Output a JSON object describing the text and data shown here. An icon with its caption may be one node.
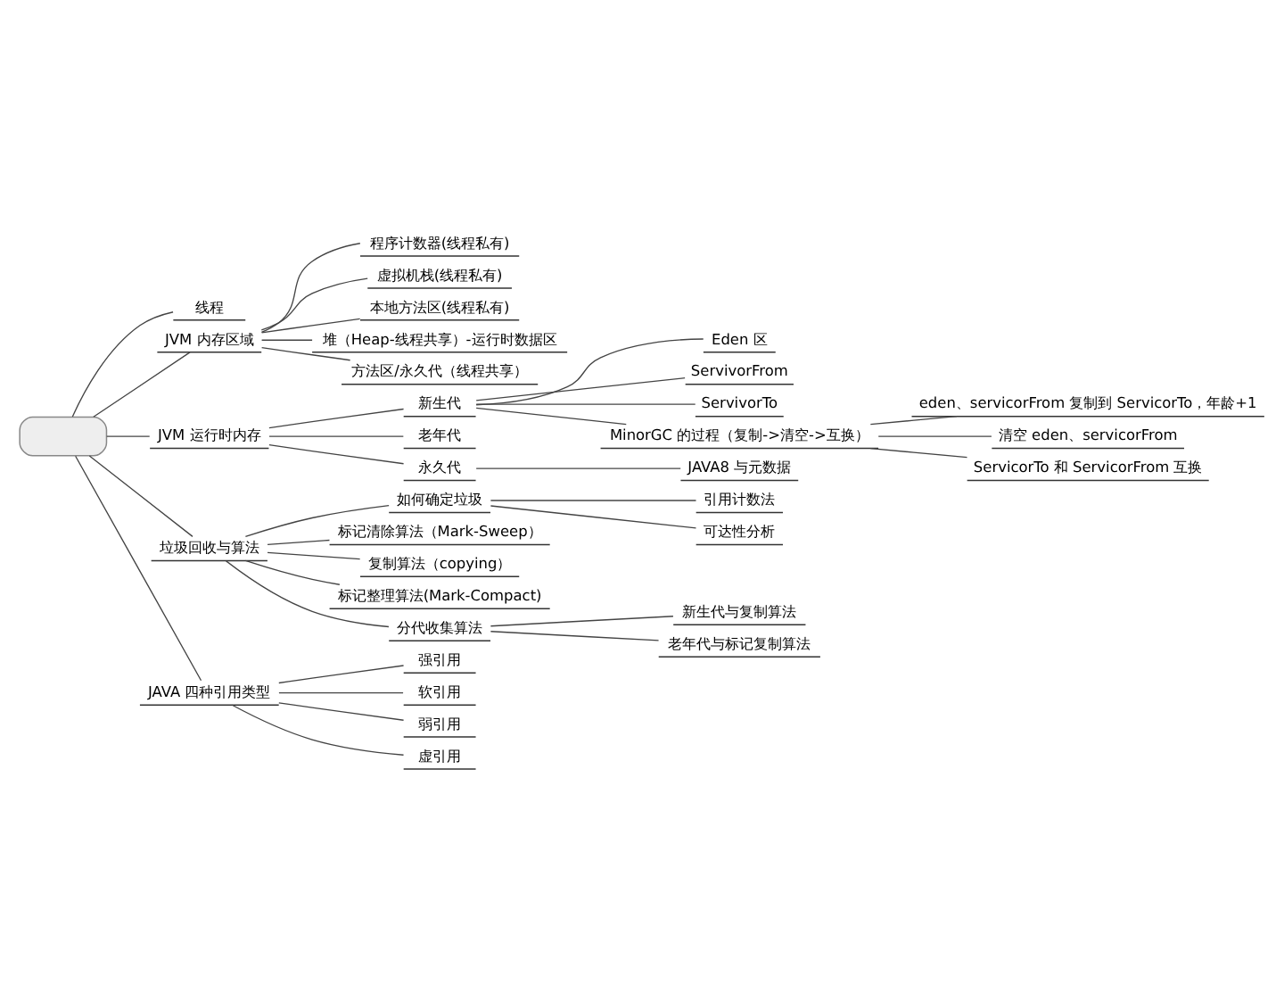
{
  "diagram": {
    "nodes": [
      {
        "text": [],
        "shape": "box"
      },
      {
        "text": [
          "线程"
        ]
      },
      {
        "text": [
          "JVM 内存区域"
        ]
      },
      {
        "text": [
          "程序计数器(线程私有)"
        ]
      },
      {
        "text": [
          "虚拟机栈(线程私有)"
        ]
      },
      {
        "text": [
          "本地方法区(线程私有)"
        ]
      },
      {
        "text": [
          "堆（Heap-线程共享）-运行时数据区"
        ]
      },
      {
        "text": [
          "方法区/永久代（线程共享）"
        ]
      },
      {
        "text": [
          "JVM 运行时内存"
        ]
      },
      {
        "text": [
          "新生代"
        ]
      },
      {
        "text": [
          "Eden 区"
        ]
      },
      {
        "text": [
          "ServivorFrom"
        ]
      },
      {
        "text": [
          "ServivorTo"
        ]
      },
      {
        "text": [
          "MinorGC 的过程（复制->清空->互换）"
        ]
      },
      {
        "text": [
          "eden、servicorFrom 复制到 ServicorTo，年龄+1"
        ]
      },
      {
        "text": [
          "清空 eden、servicorFrom"
        ]
      },
      {
        "text": [
          "ServicorTo 和 ServicorFrom 互换"
        ]
      },
      {
        "text": [
          "老年代"
        ]
      },
      {
        "text": [
          "永久代"
        ]
      },
      {
        "text": [
          "JAVA8 与元数据"
        ]
      },
      {
        "text": [
          "垃圾回收与算法"
        ]
      },
      {
        "text": [
          "如何确定垃圾"
        ]
      },
      {
        "text": [
          "引用计数法"
        ]
      },
      {
        "text": [
          "可达性分析"
        ]
      },
      {
        "text": [
          "标记清除算法（Mark-Sweep）"
        ]
      },
      {
        "text": [
          "复制算法（copying）"
        ]
      },
      {
        "text": [
          "标记整理算法(Mark-Compact)"
        ]
      },
      {
        "text": [
          "分代收集算法"
        ]
      },
      {
        "text": [
          "新生代与复制算法"
        ]
      },
      {
        "text": [
          "老年代与标记复制算法"
        ]
      },
      {
        "text": [
          "JAVA 四种引用类型"
        ]
      },
      {
        "text": [
          "强引用"
        ]
      },
      {
        "text": [
          "软引用"
        ]
      },
      {
        "text": [
          "弱引用"
        ]
      },
      {
        "text": [
          "虚引用"
        ]
      }
    ],
    "edges": [
      {
        "from": 0,
        "to": 1,
        "arrow": "none"
      },
      {
        "from": 0,
        "to": 2,
        "arrow": "none"
      },
      {
        "from": 2,
        "to": 3,
        "arrow": "none"
      },
      {
        "from": 2,
        "to": 4,
        "arrow": "none"
      },
      {
        "from": 2,
        "to": 5,
        "arrow": "none"
      },
      {
        "from": 2,
        "to": 6,
        "arrow": "none"
      },
      {
        "from": 2,
        "to": 7,
        "arrow": "none"
      },
      {
        "from": 0,
        "to": 8,
        "arrow": "none"
      },
      {
        "from": 8,
        "to": 9,
        "arrow": "none"
      },
      {
        "from": 9,
        "to": 10,
        "arrow": "none"
      },
      {
        "from": 9,
        "to": 11,
        "arrow": "none"
      },
      {
        "from": 9,
        "to": 12,
        "arrow": "none"
      },
      {
        "from": 9,
        "to": 13,
        "arrow": "none"
      },
      {
        "from": 13,
        "to": 14,
        "arrow": "none"
      },
      {
        "from": 13,
        "to": 15,
        "arrow": "none"
      },
      {
        "from": 13,
        "to": 16,
        "arrow": "none"
      },
      {
        "from": 8,
        "to": 17,
        "arrow": "none"
      },
      {
        "from": 8,
        "to": 18,
        "arrow": "none"
      },
      {
        "from": 18,
        "to": 19,
        "arrow": "none"
      },
      {
        "from": 0,
        "to": 20,
        "arrow": "none"
      },
      {
        "from": 20,
        "to": 21,
        "arrow": "none"
      },
      {
        "from": 21,
        "to": 22,
        "arrow": "none"
      },
      {
        "from": 21,
        "to": 23,
        "arrow": "none"
      },
      {
        "from": 20,
        "to": 24,
        "arrow": "none"
      },
      {
        "from": 20,
        "to": 25,
        "arrow": "none"
      },
      {
        "from": 20,
        "to": 26,
        "arrow": "none"
      },
      {
        "from": 20,
        "to": 27,
        "arrow": "none"
      },
      {
        "from": 27,
        "to": 28,
        "arrow": "none"
      },
      {
        "from": 27,
        "to": 29,
        "arrow": "none"
      },
      {
        "from": 0,
        "to": 30,
        "arrow": "none"
      },
      {
        "from": 30,
        "to": 31,
        "arrow": "none"
      },
      {
        "from": 30,
        "to": 32,
        "arrow": "none"
      },
      {
        "from": 30,
        "to": 33,
        "arrow": "none"
      },
      {
        "from": 30,
        "to": 34,
        "arrow": "none"
      }
    ]
  }
}
